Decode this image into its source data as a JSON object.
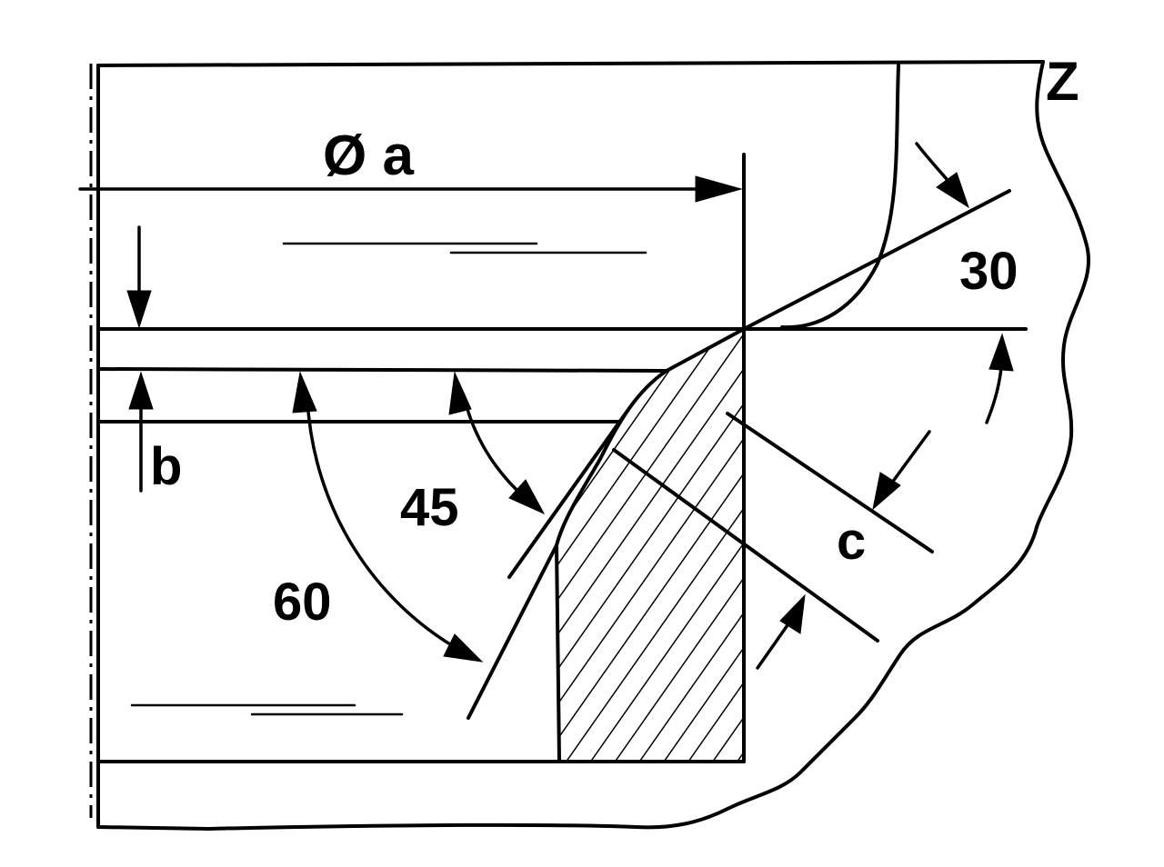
{
  "labels": {
    "diameter": "Ø a",
    "b": "b",
    "c": "c",
    "z": "Z",
    "angle_30": "30",
    "angle_45": "45",
    "angle_60": "60"
  },
  "colors": {
    "ink": "#000000",
    "paper": "#ffffff"
  }
}
